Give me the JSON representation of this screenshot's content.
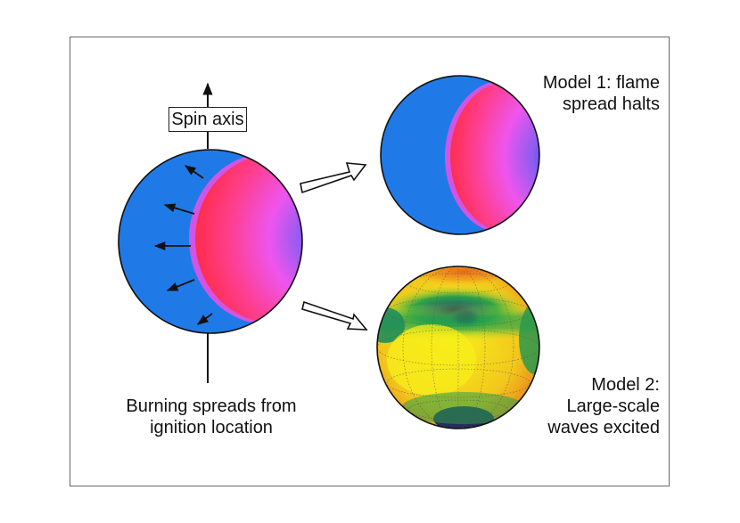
{
  "labels": {
    "spin_axis": "Spin axis",
    "caption_left": [
      "Burning spreads from",
      "ignition location"
    ],
    "model1": [
      "Model 1: flame",
      "spread halts"
    ],
    "model2": [
      "Model 2:",
      "Large-scale",
      "waves excited"
    ]
  },
  "colors": {
    "ocean_blue": "#1f7ae8",
    "flame_red": "#ff2d55",
    "flame_magenta": "#ee55ee",
    "flame_core_blue": "#2b3bff",
    "wave_yellow": "#f5ef1a",
    "wave_orange": "#ef8a1e",
    "wave_green": "#1fa34a",
    "wave_navy": "#101c60"
  }
}
